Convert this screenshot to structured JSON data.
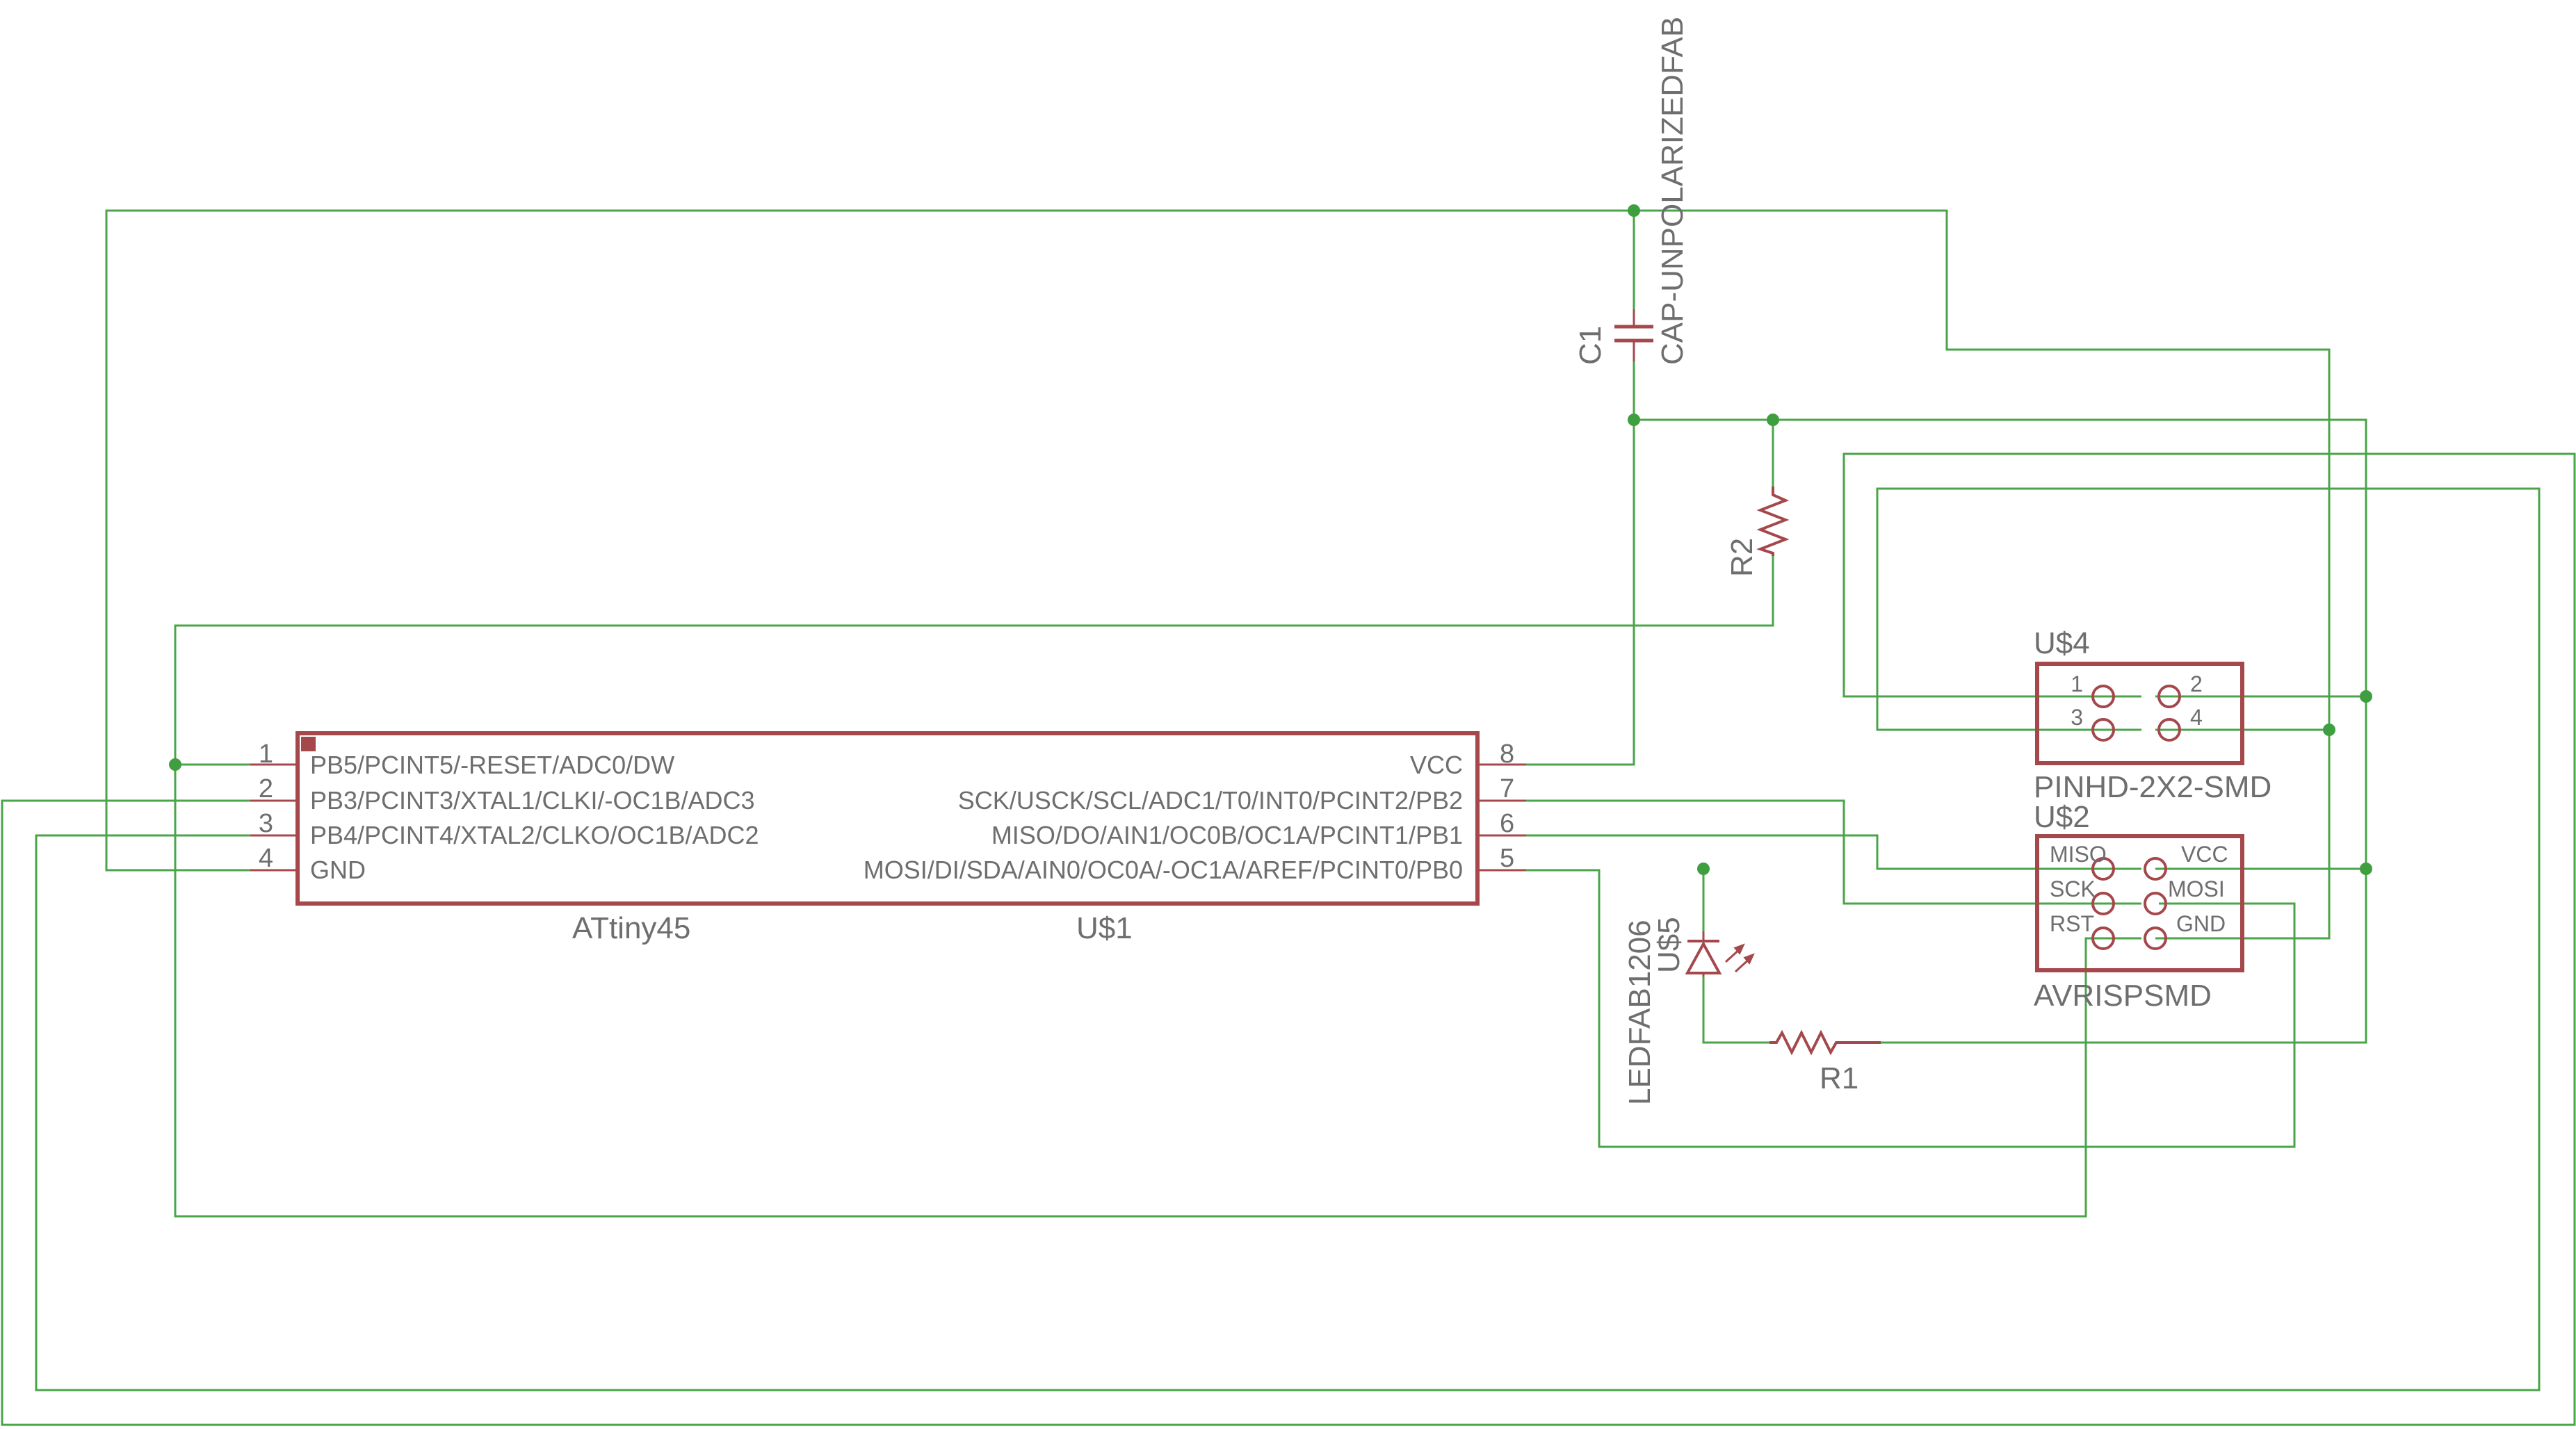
{
  "colors": {
    "wire": "#4aa44a",
    "junction": "#3f9e3f",
    "part": "#a5484c",
    "text": "#6e6e6e",
    "background": "#ffffff"
  },
  "u1": {
    "value": "ATtiny45",
    "name": "U$1",
    "left_pins": [
      {
        "num": "1",
        "label": "PB5/PCINT5/-RESET/ADC0/DW"
      },
      {
        "num": "2",
        "label": "PB3/PCINT3/XTAL1/CLKI/-OC1B/ADC3"
      },
      {
        "num": "3",
        "label": "PB4/PCINT4/XTAL2/CLKO/OC1B/ADC2"
      },
      {
        "num": "4",
        "label": "GND"
      }
    ],
    "right_pins": [
      {
        "num": "8",
        "label": "VCC"
      },
      {
        "num": "7",
        "label": "SCK/USCK/SCL/ADC1/T0/INT0/PCINT2/PB2"
      },
      {
        "num": "6",
        "label": "MISO/DO/AIN1/OC0B/OC1A/PCINT1/PB1"
      },
      {
        "num": "5",
        "label": "MOSI/DI/SDA/AIN0/OC0A/-OC1A/AREF/PCINT0/PB0"
      }
    ]
  },
  "c1": {
    "name": "C1",
    "value": "CAP-UNPOLARIZEDFAB"
  },
  "r2": {
    "name": "R2"
  },
  "r1": {
    "name": "R1"
  },
  "u5": {
    "name": "U$5",
    "value": "LEDFAB1206"
  },
  "u4": {
    "name": "U$4",
    "value": "PINHD-2X2-SMD",
    "pins": [
      "1",
      "2",
      "3",
      "4"
    ]
  },
  "u2": {
    "name": "U$2",
    "value": "AVRISPSMD",
    "pins": [
      "MISO",
      "VCC",
      "SCK",
      "MOSI",
      "RST",
      "GND"
    ]
  }
}
